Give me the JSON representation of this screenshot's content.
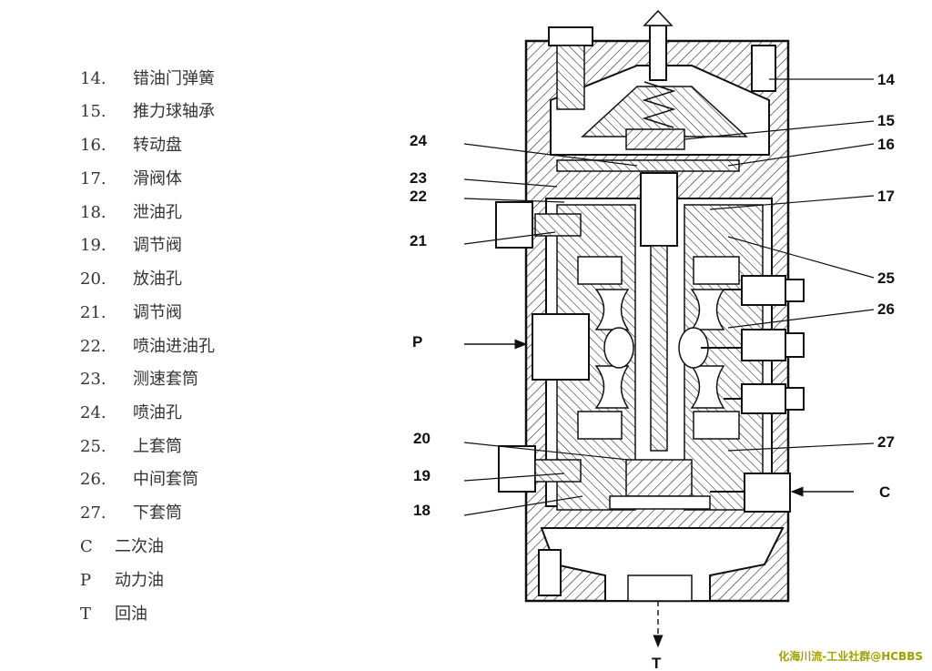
{
  "legend": [
    {
      "num": "14.",
      "text": "错油门弹簧"
    },
    {
      "num": "15.",
      "text": "推力球轴承"
    },
    {
      "num": "16.",
      "text": "转动盘"
    },
    {
      "num": "17.",
      "text": "滑阀体"
    },
    {
      "num": "18.",
      "text": "泄油孔"
    },
    {
      "num": "19.",
      "text": "调节阀"
    },
    {
      "num": "20.",
      "text": "放油孔"
    },
    {
      "num": "21.",
      "text": "调节阀"
    },
    {
      "num": "22.",
      "text": "喷油进油孔"
    },
    {
      "num": "23.",
      "text": "测速套筒"
    },
    {
      "num": "24.",
      "text": "喷油孔"
    },
    {
      "num": "25.",
      "text": "上套筒"
    },
    {
      "num": "26.",
      "text": "中间套筒"
    },
    {
      "num": "27.",
      "text": "下套筒"
    },
    {
      "num": "C",
      "text": "二次油"
    },
    {
      "num": "P",
      "text": "动力油"
    },
    {
      "num": "T",
      "text": "回油"
    }
  ],
  "callouts": {
    "c14": "14",
    "c15": "15",
    "c16": "16",
    "c17": "17",
    "c24": "24",
    "c23": "23",
    "c22": "22",
    "c21": "21",
    "c25": "25",
    "c26": "26",
    "c27": "27",
    "c20": "20",
    "c19": "19",
    "c18": "18",
    "cP": "P",
    "cC": "C",
    "cT": "T"
  },
  "watermark": "化海川流-工业社群@HCBBS"
}
